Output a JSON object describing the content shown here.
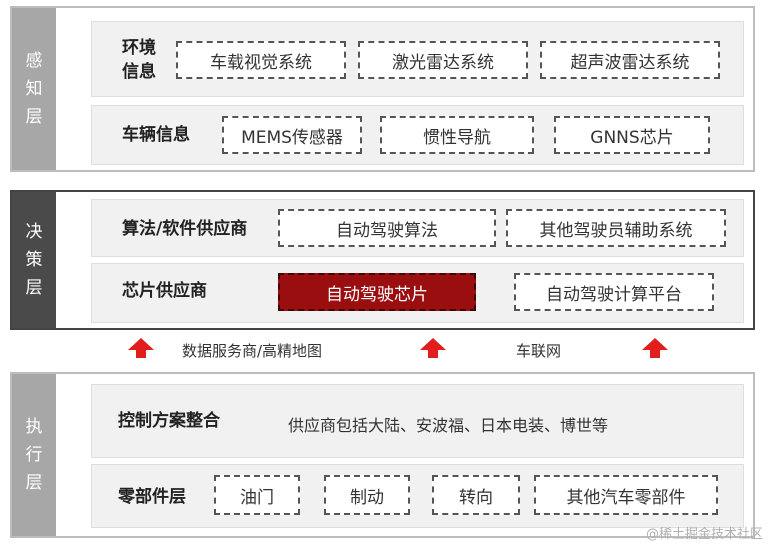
{
  "perception": {
    "label": "感\n知\n层",
    "env_title": "环境\n信息",
    "env_items": [
      "车载视觉系统",
      "激光雷达系统",
      "超声波雷达系统"
    ],
    "vehicle_title": "车辆信息",
    "vehicle_items": [
      "MEMS传感器",
      "惯性导航",
      "GNNS芯片"
    ]
  },
  "decision": {
    "label": "决\n策\n层",
    "algo_title": "算法/软件供应商",
    "algo_items": [
      "自动驾驶算法",
      "其他驾驶员辅助系统"
    ],
    "chip_title": "芯片供应商",
    "chip_items": [
      "自动驾驶芯片",
      "自动驾驶计算平台"
    ]
  },
  "middle": {
    "text1": "数据服务商/高精地图",
    "text2": "车联网",
    "arrow_color": "#e11d1d"
  },
  "execution": {
    "label": "执\n行\n层",
    "control_title": "控制方案整合",
    "control_text": "供应商包括大陆、安波福、日本电装、博世等",
    "parts_title": "零部件层",
    "parts_items": [
      "油门",
      "制动",
      "转向",
      "其他汽车零部件"
    ]
  },
  "watermark": "@稀土掘金技术社区",
  "colors": {
    "highlight": "#9a0e10",
    "label_light": "#a7a7a7",
    "label_dark": "#4a4a4a",
    "row_bg": "#f1f1f1"
  }
}
